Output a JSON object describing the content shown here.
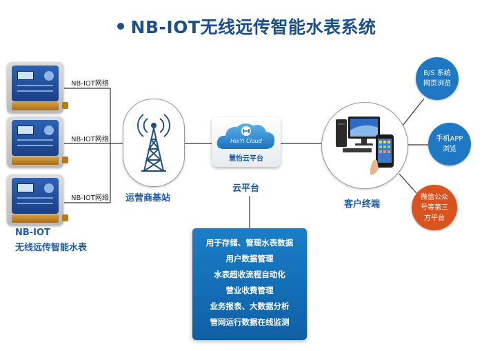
{
  "title": "NB-IOT无线远传智能水表系统",
  "meters": {
    "network_labels": [
      "NB-IOT网络",
      "NB-IOT网络",
      "NB-IOT网络"
    ],
    "caption_line1": "NB-IOT",
    "caption_line2": "无线远传智能水表"
  },
  "base_station": {
    "caption": "运营商基站"
  },
  "cloud": {
    "brand": "HuiYi Cloud",
    "name": "慧怡云平台",
    "caption": "云平台",
    "features": [
      "用于存储、管理水表数据",
      "用户数据管理",
      "水表超收流程自动化",
      "营业收费管理",
      "业务报表、大数据分析",
      "管网运行数据在线监测"
    ]
  },
  "client": {
    "caption": "客户终端",
    "bubbles": [
      {
        "line1": "B/S 系统",
        "line2": "网页浏览",
        "line3": ""
      },
      {
        "line1": "手机APP",
        "line2": "浏览",
        "line3": ""
      },
      {
        "line1": "微信公众",
        "line2": "号等第三",
        "line3": "方平台"
      }
    ]
  },
  "colors": {
    "title": "#1a4f8a",
    "caption": "#1c5aa8",
    "feature_box": "#1a7ec7",
    "bubble_blue": "#1f78c4",
    "bubble_orange": "#d9531e",
    "wire": "#333333"
  }
}
